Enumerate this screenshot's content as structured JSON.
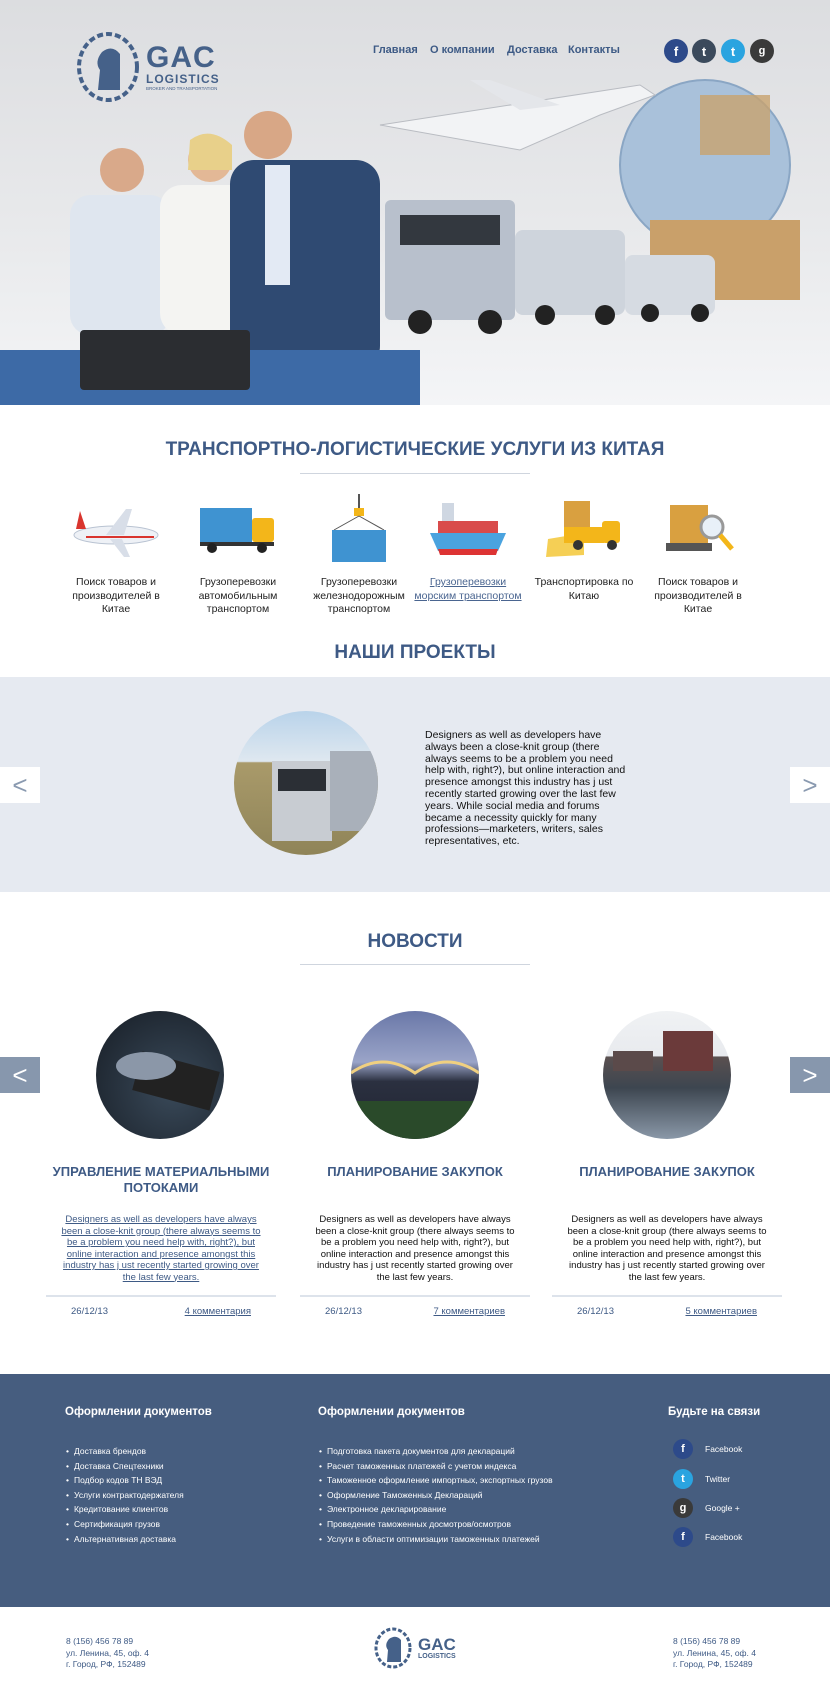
{
  "header": {
    "logo": {
      "name": "GAC",
      "sub": "LOGISTICS",
      "tagline": "BROKER AND TRANSPORTATION"
    },
    "nav": [
      "Главная",
      "О компании",
      "Доставка",
      "Контакты"
    ],
    "social": [
      {
        "icon": "facebook-icon",
        "glyph": "f",
        "color": "#2d4a8a"
      },
      {
        "icon": "tumblr-icon",
        "glyph": "t",
        "color": "#3b4a5c"
      },
      {
        "icon": "twitter-icon",
        "glyph": "t",
        "color": "#2aa4e0"
      },
      {
        "icon": "google-plus-icon",
        "glyph": "g",
        "color": "#3a3a3a"
      }
    ]
  },
  "services": {
    "title": "ТРАНСПОРТНО-ЛОГИСТИЧЕСКИЕ УСЛУГИ ИЗ КИТАЯ",
    "items": [
      {
        "label": "Поиск товаров и производителей в Китае",
        "icon": "airplane-icon"
      },
      {
        "label": "Грузоперевозки автомобильным транспортом",
        "icon": "truck-icon"
      },
      {
        "label": "Грузоперевозки железнодорожным транспортом",
        "icon": "container-crane-icon"
      },
      {
        "label": "Грузоперевозки морским транспортом",
        "icon": "ship-icon"
      },
      {
        "label": "Транспортировка по Китаю",
        "icon": "map-truck-icon"
      },
      {
        "label": "Поиск товаров и производителей в Китае",
        "icon": "box-search-icon"
      }
    ]
  },
  "projects": {
    "title": "НАШИ ПРОЕКТЫ",
    "text": "Designers as well as developers have always been a close-knit group (there always seems to be a problem you need help with, right?), but online interaction and presence amongst this industry has j ust recently started growing over the last few years. While social media and forums became a necessity quickly for many professions—marketers, writers, sales representatives, etc.",
    "prev": "<",
    "next": ">"
  },
  "news": {
    "title": "НОВОСТИ",
    "prev": "<",
    "next": ">",
    "items": [
      {
        "title": "УПРАВЛЕНИЕ МАТЕРИАЛЬНЫМИ ПОТОКАМИ",
        "text": "Designers as well as developers have always been a close-knit group (there always seems to be a problem you need help with, right?), but online interaction and presence amongst this industry has j ust recently started growing over the last few years.",
        "date": "26/12/13",
        "comments": "4 комментария"
      },
      {
        "title": "ПЛАНИРОВАНИЕ ЗАКУПОК",
        "text": "Designers as well as developers have always been a close-knit group (there always seems to be a problem you need help with, right?), but online interaction and presence amongst this industry has j ust recently started growing over the last few years.",
        "date": "26/12/13",
        "comments": "7 комментариев"
      },
      {
        "title": "ПЛАНИРОВАНИЕ ЗАКУПОК",
        "text": "Designers as well as developers have always been a close-knit group (there always seems to be a problem you need help with, right?), but online interaction and presence amongst this industry has j ust recently started growing over the last few years.",
        "date": "26/12/13",
        "comments": "5 комментариев"
      }
    ]
  },
  "footer": {
    "col1": {
      "title": "Оформлении документов",
      "items": [
        "Доставка брендов",
        "Доставка Спецтехники",
        "Подбор кодов ТН ВЭД",
        "Услуги контрактодержателя",
        "Кредитование клиентов",
        "Сертификация грузов",
        "Альтернативная доставка"
      ]
    },
    "col2": {
      "title": "Оформлении документов",
      "items": [
        "Подготовка пакета документов для деклараций",
        "Расчет таможенных платежей с учетом индекса",
        "Таможенное оформление импортных, экспортных грузов",
        "Оформление Таможенных Деклараций",
        "Электронное декларирование",
        "Проведение таможенных досмотров/осмотров",
        "Услуги в области оптимизации таможенных платежей"
      ]
    },
    "social": {
      "title": "Будьте на связи",
      "items": [
        {
          "label": "Facebook",
          "glyph": "f",
          "color": "#2d4a8a"
        },
        {
          "label": "Twitter",
          "glyph": "t",
          "color": "#2aa4e0"
        },
        {
          "label": "Google +",
          "glyph": "g",
          "color": "#3a3a3a"
        },
        {
          "label": "Facebook",
          "glyph": "f",
          "color": "#2d4a8a"
        }
      ]
    }
  },
  "bottom": {
    "left": [
      "8 (156) 456 78 89",
      "ул. Ленина, 45, оф. 4",
      "г. Город, РФ, 152489"
    ],
    "right": [
      "8 (156) 456 78 89",
      "ул. Ленина, 45, оф. 4",
      "г. Город, РФ, 152489"
    ]
  }
}
